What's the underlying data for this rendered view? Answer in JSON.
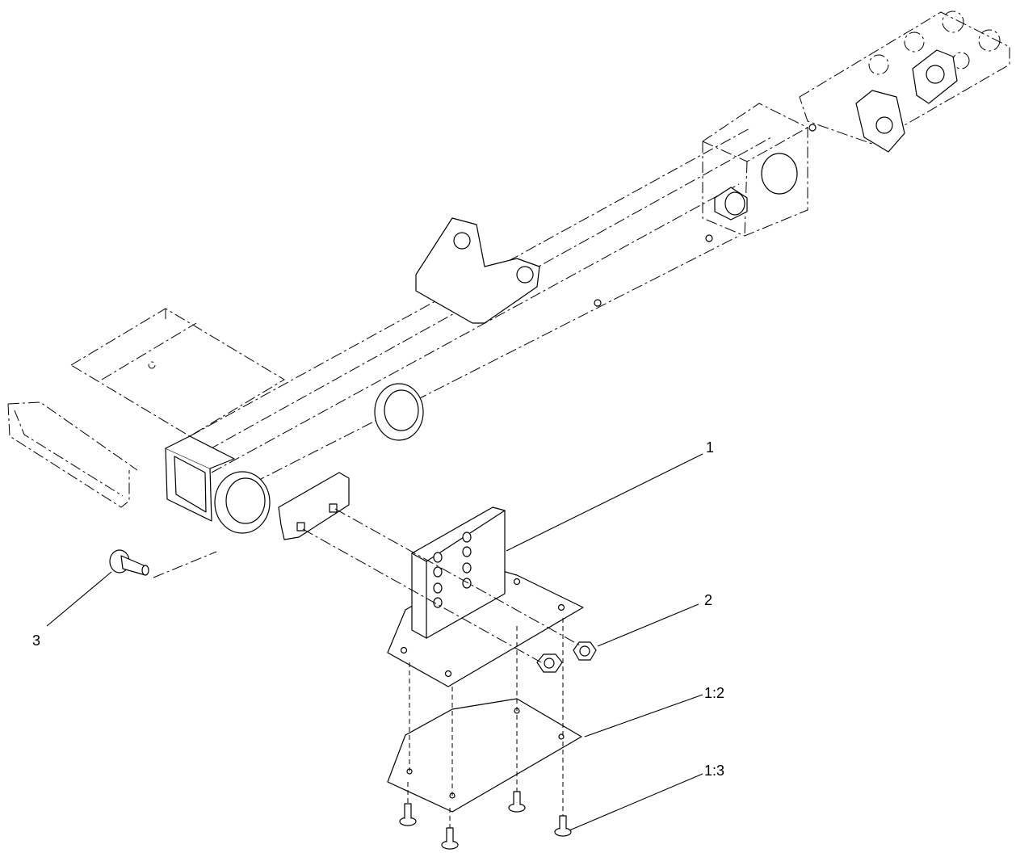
{
  "callouts": [
    {
      "id": "1",
      "label": "1"
    },
    {
      "id": "2",
      "label": "2"
    },
    {
      "id": "3",
      "label": "3"
    },
    {
      "id": "1-2",
      "label": "1:2"
    },
    {
      "id": "1-3",
      "label": "1:3"
    }
  ],
  "colors": {
    "line": "#000000",
    "background": "#ffffff"
  }
}
